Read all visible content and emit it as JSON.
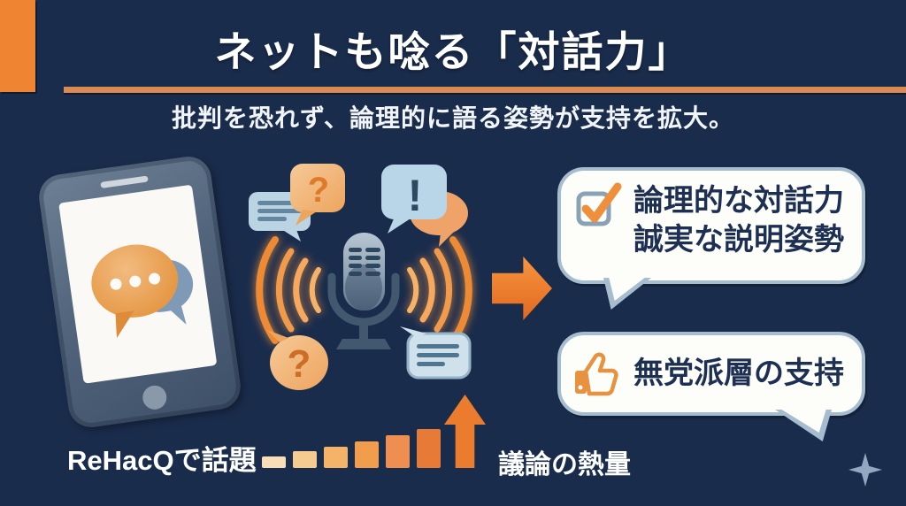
{
  "slide": {
    "title": "ネットも唸る「対話力」",
    "subtitle": "批判を恐れず、論理的に語る姿勢が支持を拡大。"
  },
  "colors": {
    "background": "#1a2c4c",
    "accent_orange": "#ef8433",
    "divider": "#d98a55",
    "text_light": "#ffffff",
    "text_dark": "#1d2f52",
    "wave_orange": "#f39044",
    "bubble_border": "#a6bdd0",
    "sparkle": "#93a7c0"
  },
  "phone": {
    "caption": "ReHacQで話題"
  },
  "mic_bubbles": {
    "question_top": "?",
    "exclamation": "!",
    "question_bottom": "?"
  },
  "benefits": [
    {
      "icon": "checkbox",
      "lines": [
        "論理的な対話力",
        "誠実な説明姿勢"
      ]
    },
    {
      "icon": "thumbs-up",
      "lines": [
        "無党派層の支持"
      ]
    }
  ],
  "heat_chart": {
    "type": "bar",
    "label": "議論の熱量",
    "bars": [
      {
        "height": 13,
        "color": "#f8ddb8"
      },
      {
        "height": 19,
        "color": "#f6cb92"
      },
      {
        "height": 24,
        "color": "#f5b369"
      },
      {
        "height": 30,
        "color": "#f29d4b"
      },
      {
        "height": 37,
        "color": "#ee8e51"
      },
      {
        "height": 44,
        "color": "#e87a38"
      }
    ]
  }
}
